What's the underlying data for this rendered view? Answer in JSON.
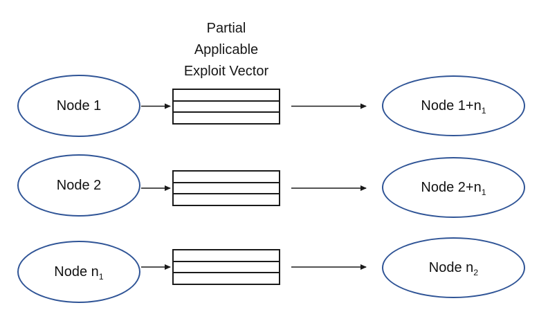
{
  "title": {
    "lines": [
      "Partial",
      "Applicable",
      "Exploit Vector"
    ]
  },
  "colors": {
    "ellipse_stroke": "#2f5496",
    "line": "#1a1a1a",
    "background": "#ffffff"
  },
  "exploit_vector_box": {
    "row_count": 3,
    "label": "Partial Applicable Exploit Vector"
  },
  "rows": [
    {
      "source": {
        "label": "Node 1",
        "subscript": ""
      },
      "target": {
        "label": "Node 1+n",
        "subscript": "1"
      }
    },
    {
      "source": {
        "label": "Node 2",
        "subscript": ""
      },
      "target": {
        "label": "Node 2+n",
        "subscript": "1"
      }
    },
    {
      "source": {
        "label": "Node n",
        "subscript": "1"
      },
      "target": {
        "label": "Node n",
        "subscript": "2"
      }
    }
  ]
}
